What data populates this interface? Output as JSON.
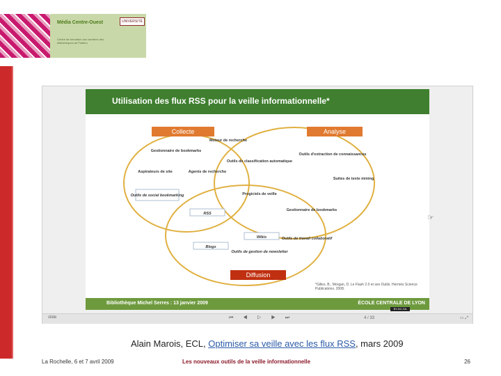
{
  "logo": {
    "title": "Média Centre-Ouest",
    "subtitle": "Centre de formation aux carrières des bibliothèques de Poitiers",
    "badge": "UNIVERSITÉ DE POITIERS"
  },
  "slide": {
    "title": "Utilisation des flux RSS pour  la veille informationnelle*",
    "labels": {
      "collecte": "Collecte",
      "analyse": "Analyse",
      "diffusion": "Diffusion",
      "moteur": "Moteur de recherche",
      "gestionnaire1": "Gestionnaire de bookmarks",
      "outils_class": "Outils de classification automatique",
      "outils_extraction": "Outils d'extraction de connaissances",
      "aspirateurs": "Aspirateurs de site",
      "agents": "Agents de recherche",
      "suites": "Suites de texte mining",
      "social": "Outils de social bookmarking",
      "progiciels": "Progiciels de veille",
      "rss": "RSS",
      "gestionnaire2": "Gestionnaire de bookmarks",
      "wikis": "Wikis",
      "travail": "Outils de travail collaboratif",
      "blogs": "Blogs",
      "newsletter": "Outils de gestion de newsletter"
    },
    "citation": "*Gilles, B., Morgan, D. Le Flash 2.0 et ses Outils. Hermès Science Publications. 2008.",
    "footer_left": "Bibliothèque Michel Serres :  13 janvier 2009",
    "footer_right": "ÉCOLE CENTRALE DE LYON",
    "cc_badge": "BY-NC-SA"
  },
  "player": {
    "left": "slide",
    "controls": "⏮ ◀ ▷ ▶ ⏭",
    "page": "4 / 33",
    "right": "▭ ⤢"
  },
  "cursor": "☞",
  "caption": {
    "prefix": "Alain Marois, ECL, ",
    "link": "Optimiser sa veille avec les flux RSS",
    "suffix": ", mars 2009"
  },
  "footer": {
    "left": "La Rochelle, 6 et 7 avril 2009",
    "center": "Les nouveaux outils de la veille informationnelle",
    "page": "26"
  }
}
